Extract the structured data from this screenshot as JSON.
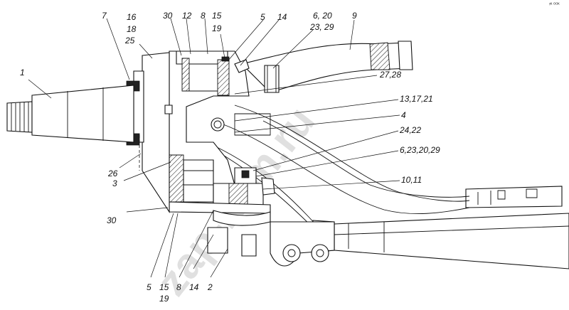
{
  "corner_mark": "ᵞᴷ ᴼᴼᴷ",
  "watermark": "zap-kam.ru",
  "labels": {
    "l_7": "7",
    "l_16": "16",
    "l_18": "18",
    "l_25": "25",
    "l_30_top": "30",
    "l_12": "12",
    "l_8_top": "8",
    "l_15_top": "15",
    "l_19_top": "19",
    "l_5_top": "5",
    "l_14_top": "14",
    "l_6_20": "6, 20",
    "l_23_29": "23, 29",
    "l_9": "9",
    "l_1": "1",
    "l_27_28": "27,28",
    "l_13_17_21": "13,17,21",
    "l_4": "4",
    "l_24_22": "24,22",
    "l_6_23_20_29": "6,23,20,29",
    "l_26": "26",
    "l_3": "3",
    "l_10_11": "10,11",
    "l_30_bottom": "30",
    "l_5_bottom": "5",
    "l_15_bottom": "15",
    "l_8_bottom": "8",
    "l_14_bottom": "14",
    "l_2": "2",
    "l_19_bottom": "19"
  }
}
